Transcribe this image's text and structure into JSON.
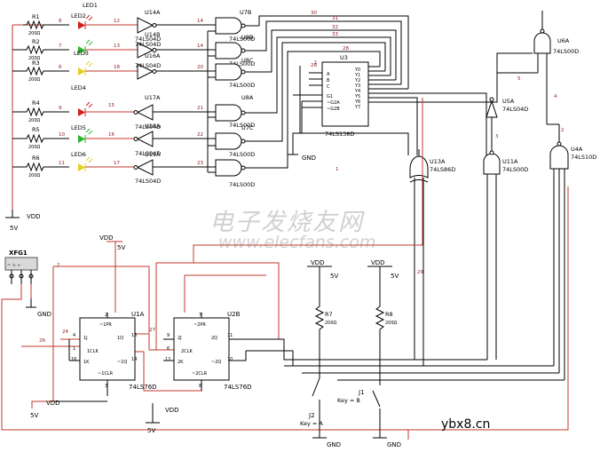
{
  "leds": [
    {
      "label": "LED1",
      "color": "#d21f1f",
      "res": "R1",
      "val": "200Ω",
      "inNet": "8",
      "outNet": "12",
      "gate": "U14A",
      "gateType": "74LS04D"
    },
    {
      "label": "LED2",
      "color": "#2db52d",
      "res": "R2",
      "val": "200Ω",
      "inNet": "7",
      "outNet": "13",
      "gate": "U14B",
      "gateType": "74LS04D"
    },
    {
      "label": "LED3",
      "color": "#e0d020",
      "res": "R3",
      "val": "200Ω",
      "inNet": "6",
      "outNet": "18",
      "gate": "U16A",
      "gateType": "74LS04D"
    },
    {
      "label": "LED4",
      "color": "#d21f1f",
      "res": "R4",
      "val": "200Ω",
      "inNet": "9",
      "outNet": "15",
      "gate": "U17A",
      "gateType": "74LS04D"
    },
    {
      "label": "LED5",
      "color": "#2db52d",
      "res": "R5",
      "val": "200Ω",
      "inNet": "10",
      "outNet": "16",
      "gate": "U18A",
      "gateType": "74LS04D"
    },
    {
      "label": "LED6",
      "color": "#e0d020",
      "res": "R6",
      "val": "200Ω",
      "inNet": "11",
      "outNet": "17",
      "gate": "U19A",
      "gateType": "74LS04D"
    }
  ],
  "nands_left": [
    {
      "name": "U7B",
      "type": "74LS00D"
    },
    {
      "name": "U8B",
      "type": "74LS00D"
    },
    {
      "name": "U8C",
      "type": "74LS00D"
    },
    {
      "name": "U8A",
      "type": "74LS00D"
    },
    {
      "name": "U7C",
      "type": "74LS00D"
    },
    {
      "name": "U7D",
      "type": "74LS00D"
    }
  ],
  "decoder": {
    "name": "U3",
    "type": "74LS138D",
    "inputs": [
      "A",
      "B",
      "C",
      "G1",
      "~G2A",
      "~G2B"
    ],
    "outputs": [
      "Y0",
      "Y1",
      "Y2",
      "Y3",
      "Y4",
      "Y5",
      "Y6",
      "Y7"
    ]
  },
  "gates_right": [
    {
      "name": "U6A",
      "type": "74LS00D"
    },
    {
      "name": "U5A",
      "type": "74LS04D"
    },
    {
      "name": "U13A",
      "type": "74LS86D"
    },
    {
      "name": "U11A",
      "type": "74LS00D"
    },
    {
      "name": "U4A",
      "type": "74LS10D"
    }
  ],
  "flipflops": [
    {
      "name": "U1A",
      "type": "74LS76D",
      "pins": [
        "~1PR",
        "1J",
        "1CLK",
        "1K",
        "~1CLR",
        "1Q",
        "~1Q"
      ],
      "nums": [
        "2",
        "4",
        "1",
        "16",
        "3",
        "15",
        "14"
      ]
    },
    {
      "name": "U2B",
      "type": "74LS76D",
      "pins": [
        "~2PR",
        "2J",
        "2CLK",
        "2K",
        "~2CLR",
        "2Q",
        "~2Q"
      ],
      "nums": [
        "7",
        "9",
        "6",
        "12",
        "8",
        "11",
        "10"
      ]
    }
  ],
  "fxg": {
    "name": "XFG1"
  },
  "resistors_right": [
    {
      "name": "R7",
      "val": "200Ω"
    },
    {
      "name": "R8",
      "val": "200Ω"
    }
  ],
  "switches": [
    {
      "name": "J2",
      "key": "Key = A"
    },
    {
      "name": "J1",
      "key": "Key = B"
    }
  ],
  "supplies": {
    "vdd": "VDD",
    "v5": "5V",
    "gnd": "GND"
  },
  "nets": {
    "n22": "22",
    "n23": "23",
    "n21": "21",
    "n20": "20",
    "n14": "14",
    "n3": "3",
    "n1": "1",
    "n24": "24",
    "n26": "26",
    "n27": "27",
    "n29": "29",
    "n2": "2",
    "n4": "4",
    "n5": "5",
    "n30": "30",
    "n31": "31",
    "n32": "32",
    "n33": "33",
    "n28": "28"
  },
  "watermark": {
    "cn": "电子发烧友网",
    "url": "www.elecfans.com"
  },
  "site": "ybx8.cn"
}
